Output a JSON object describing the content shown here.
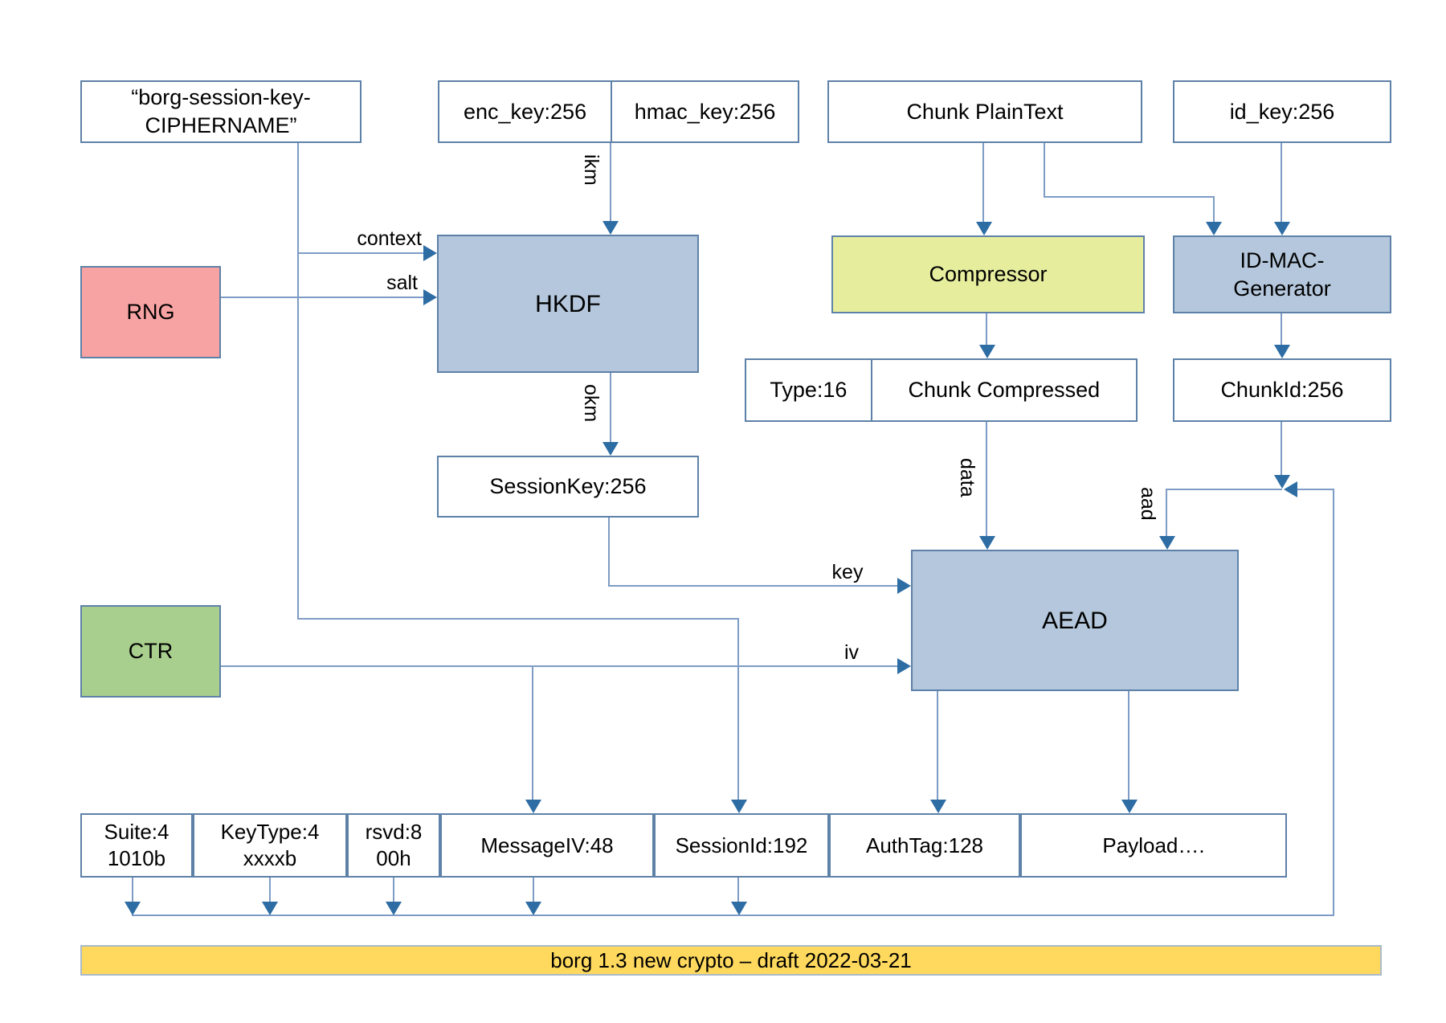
{
  "diagram": {
    "nodes": {
      "context_string": {
        "line1": "“borg-session-key-",
        "line2": "CIPHERNAME”"
      },
      "enc_key": "enc_key:256",
      "hmac_key": "hmac_key:256",
      "chunk_plaintext": "Chunk PlainText",
      "id_key": "id_key:256",
      "rng": "RNG",
      "hkdf": "HKDF",
      "compressor": "Compressor",
      "id_mac_generator": {
        "line1": "ID-MAC-",
        "line2": "Generator"
      },
      "type_field": "Type:16",
      "chunk_compressed": "Chunk Compressed",
      "chunk_id": "ChunkId:256",
      "session_key": "SessionKey:256",
      "aead": "AEAD",
      "ctr": "CTR"
    },
    "edge_labels": {
      "ikm": "ikm",
      "okm": "okm",
      "context": "context",
      "salt": "salt",
      "key": "key",
      "iv": "iv",
      "data": "data",
      "aad": "aad"
    },
    "record_fields": [
      {
        "line1": "Suite:4",
        "line2": "1010b"
      },
      {
        "line1": "KeyType:4",
        "line2": "xxxxb"
      },
      {
        "line1": "rsvd:8",
        "line2": "00h"
      },
      {
        "line1": "MessageIV:48",
        "line2": ""
      },
      {
        "line1": "SessionId:192",
        "line2": ""
      },
      {
        "line1": "AuthTag:128",
        "line2": ""
      },
      {
        "line1": "Payload….",
        "line2": ""
      }
    ],
    "banner": "borg 1.3 new crypto – draft 2022-03-21",
    "colors": {
      "box-blue": "#b4c7dc",
      "box-green": "#a8cf8d",
      "box-salmon": "#f8a3a3",
      "box-yellowgreen": "#e6ee9e",
      "banner-yellow": "#fed95e",
      "banner-border": "#a9bac9",
      "line-color": "#7e9cc5",
      "arrow-color": "#2e6da4",
      "border-color": "#5e81a8"
    }
  }
}
